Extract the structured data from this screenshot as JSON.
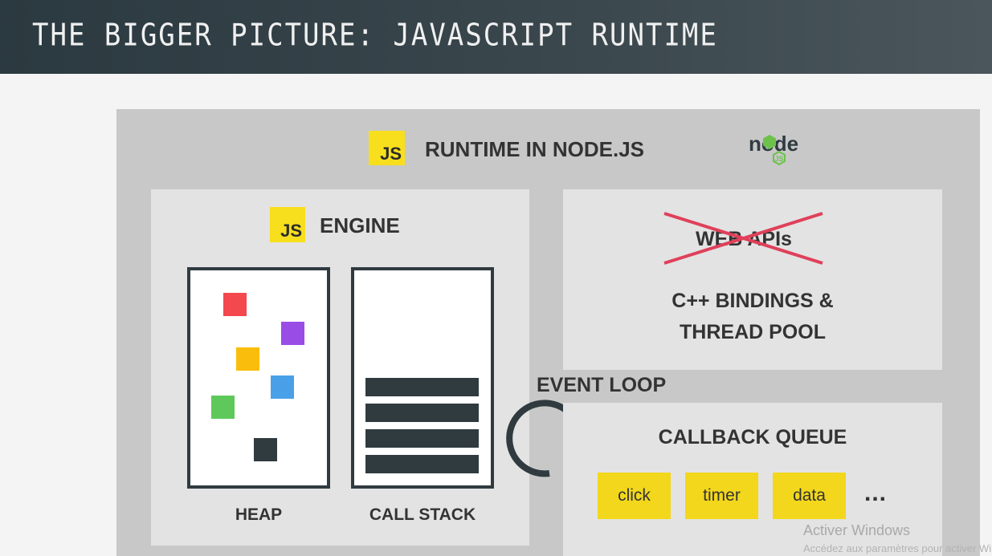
{
  "header": {
    "title": "THE BIGGER PICTURE: JAVASCRIPT RUNTIME"
  },
  "runtime": {
    "badge": "JS",
    "title": "RUNTIME IN NODE.JS",
    "logo_text": "node",
    "logo_sub": "JS"
  },
  "engine": {
    "badge": "JS",
    "title": "ENGINE",
    "heap_label": "HEAP",
    "callstack_label": "CALL STACK",
    "heap_colors": [
      "#f2484e",
      "#9a4de6",
      "#fbbd0c",
      "#4aa0e8",
      "#5ec95a",
      "#303b40"
    ]
  },
  "web_apis": {
    "crossed_label": "WEB APIs",
    "replacement_line1": "C++ BINDINGS &",
    "replacement_line2": "THREAD POOL"
  },
  "event_loop": {
    "label": "EVENT LOOP"
  },
  "callback_queue": {
    "title": "CALLBACK QUEUE",
    "items": [
      "click",
      "timer",
      "data"
    ],
    "more": "..."
  },
  "watermark": {
    "line1": "Activer Windows",
    "line2": "Accédez aux paramètres pour activer Windows."
  },
  "colors": {
    "header_bg": "#2b3940",
    "js_yellow": "#f7df1e",
    "cross_red": "#e0405a",
    "dark": "#303b40"
  }
}
